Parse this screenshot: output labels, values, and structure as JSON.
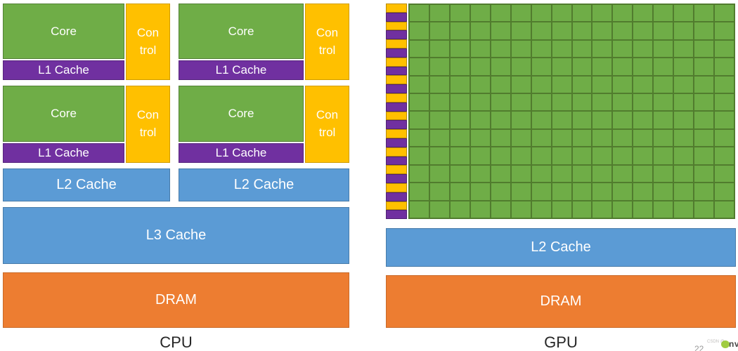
{
  "cpu": {
    "label": "CPU",
    "core_label": "Core",
    "control_lines": [
      "Con",
      "trol"
    ],
    "l1_label": "L1 Cache",
    "l2_label": "L2 Cache",
    "l3_label": "L3 Cache",
    "dram_label": "DRAM"
  },
  "gpu": {
    "label": "GPU",
    "grid": {
      "rows": 12,
      "cols": 16
    },
    "l2_label": "L2 Cache",
    "dram_label": "DRAM"
  },
  "watermark": {
    "page_number": "22",
    "site_text": "CSDN @",
    "logo_text": "nv"
  },
  "colors": {
    "core-green": "#6fad47",
    "grid-line-green": "#517c2e",
    "control-yellow": "#ffc000",
    "cache-purple": "#7030a0",
    "cache-blue": "#5b9bd5",
    "dram-orange": "#ed7d31",
    "label-dark": "#262626",
    "logo-green": "#8fc31f",
    "background": "#ffffff"
  }
}
